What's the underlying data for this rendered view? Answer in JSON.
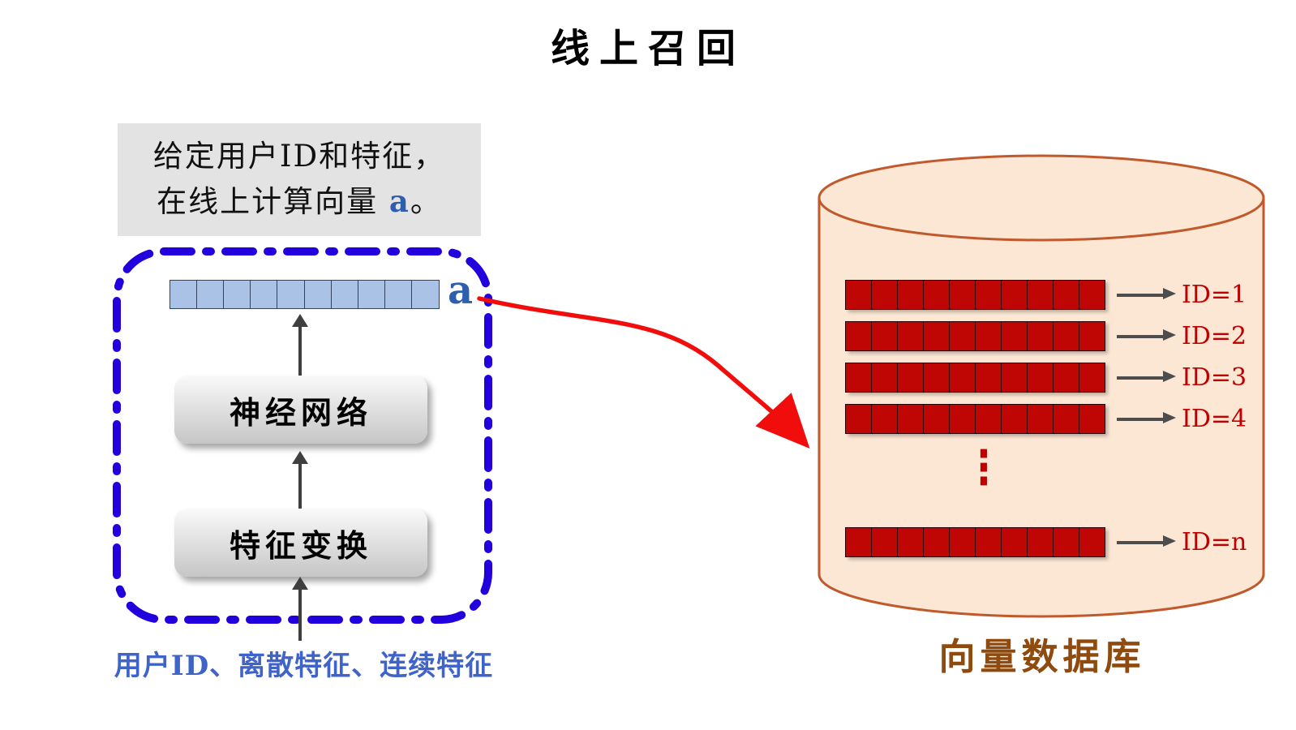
{
  "title": "线上召回",
  "note": {
    "line1": "给定用户ID和特征，",
    "line2_prefix": "在线上计算向量 ",
    "vector_symbol": "a",
    "line2_suffix": "。"
  },
  "pipeline": {
    "output_vector_label": "a",
    "output_vector_cells": 10,
    "nn_box_label": "神经网络",
    "feature_box_label": "特征变换",
    "input_label": "用户ID、离散特征、连续特征"
  },
  "database": {
    "label": "向量数据库",
    "vector_cells": 10,
    "rows": [
      {
        "id_label": "ID=1"
      },
      {
        "id_label": "ID=2"
      },
      {
        "id_label": "ID=3"
      },
      {
        "id_label": "ID=4"
      }
    ],
    "ellipsis": "⋮",
    "last_row": {
      "id_label": "ID=n"
    }
  },
  "colors": {
    "vector_cell_blue": "#a9c2e6",
    "db_cell_red": "#c00505",
    "dashed_border_blue": "#2200dd",
    "cylinder_fill": "#fce6d4",
    "cylinder_stroke": "#c0592b",
    "db_label_color": "#8f4a0e",
    "id_label_color": "#c00000",
    "input_label_color": "#3f63c8",
    "arrow_red": "#f20d0d",
    "vector_symbol_blue": "#2e5fae"
  }
}
